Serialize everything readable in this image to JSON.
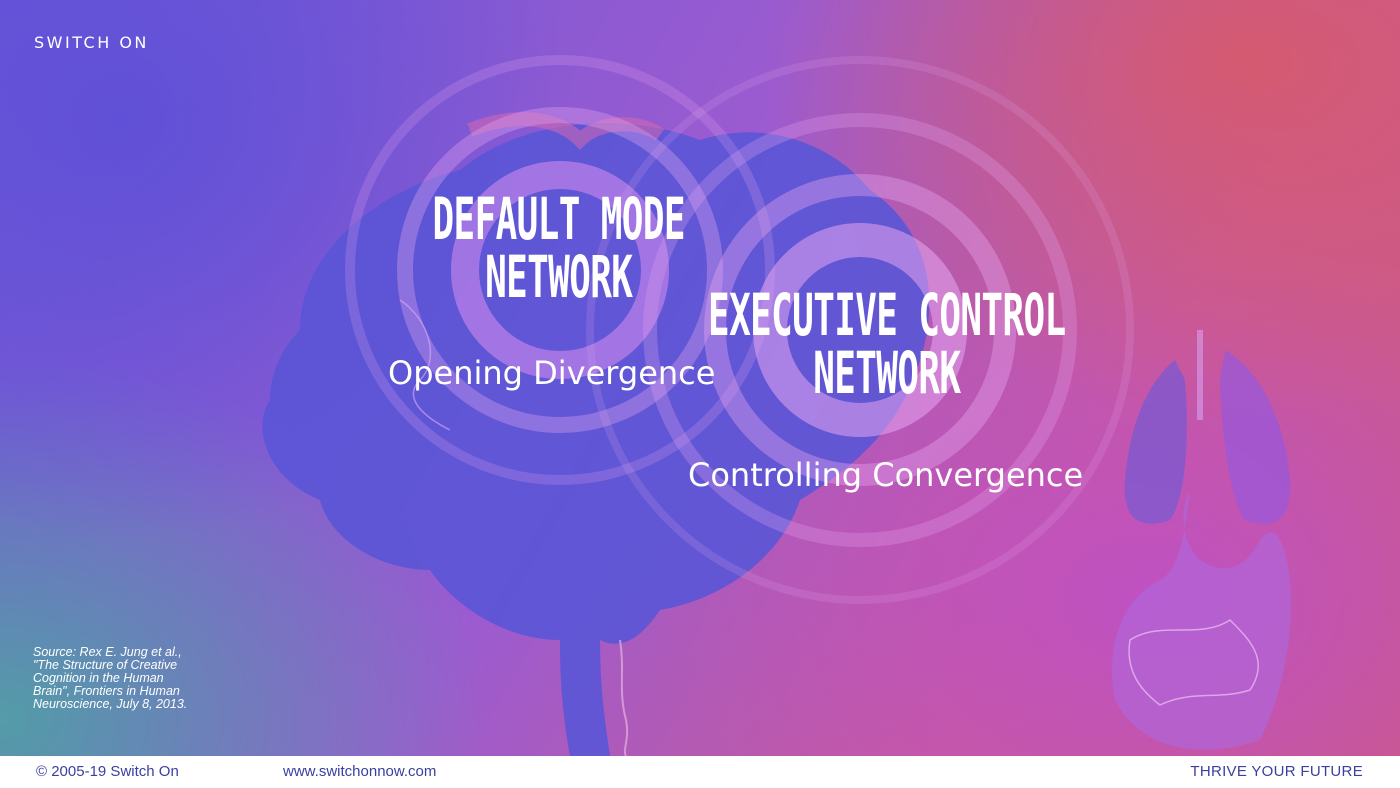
{
  "brand": {
    "name": "SWITCH ON"
  },
  "slide": {
    "heading_dmn": [
      "DEFAULT MODE",
      "NETWORK"
    ],
    "heading_ecn": [
      "EXECUTIVE CONTROL",
      "NETWORK"
    ],
    "sub_divergence": "Opening Divergence",
    "sub_convergence": "Controlling Convergence",
    "source": "Source: Rex E. Jung et al., \"The Structure of Creative Cognition in the Human Brain\", Frontiers in Human Neuroscience, July 8, 2013."
  },
  "footer": {
    "copyright": "© 2005-19 Switch On",
    "url": "www.switchonnow.com",
    "tagline": "THRIVE YOUR FUTURE"
  },
  "colors": {
    "footer_text": "#3a3fa0",
    "brain": "#5a55d6",
    "rings": "#e6a6f0"
  }
}
